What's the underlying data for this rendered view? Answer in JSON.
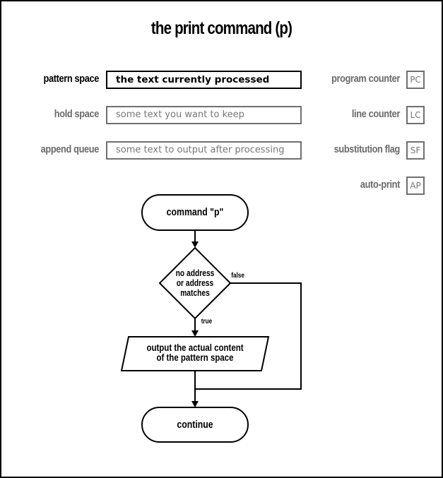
{
  "title": "the print command (p)",
  "buffers": [
    {
      "label": "pattern space",
      "value": "the text currently processed",
      "active": true
    },
    {
      "label": "hold space",
      "value": "some text you want to keep",
      "active": false
    },
    {
      "label": "append queue",
      "value": "some text to output after processing",
      "active": false
    }
  ],
  "registers": [
    {
      "label": "program counter",
      "abbr": "PC"
    },
    {
      "label": "line counter",
      "abbr": "LC"
    },
    {
      "label": "substitution flag",
      "abbr": "SF"
    },
    {
      "label": "auto-print",
      "abbr": "AP"
    }
  ],
  "flowchart": {
    "start": "command \"p\"",
    "decision_line1": "no address",
    "decision_line2": "or address",
    "decision_line3": "matches",
    "true_label": "true",
    "false_label": "false",
    "action_line1": "output the actual content",
    "action_line2": "of the pattern space",
    "end": "continue"
  },
  "colors": {
    "active": "#000000",
    "inactive": "#6f6f6f"
  }
}
